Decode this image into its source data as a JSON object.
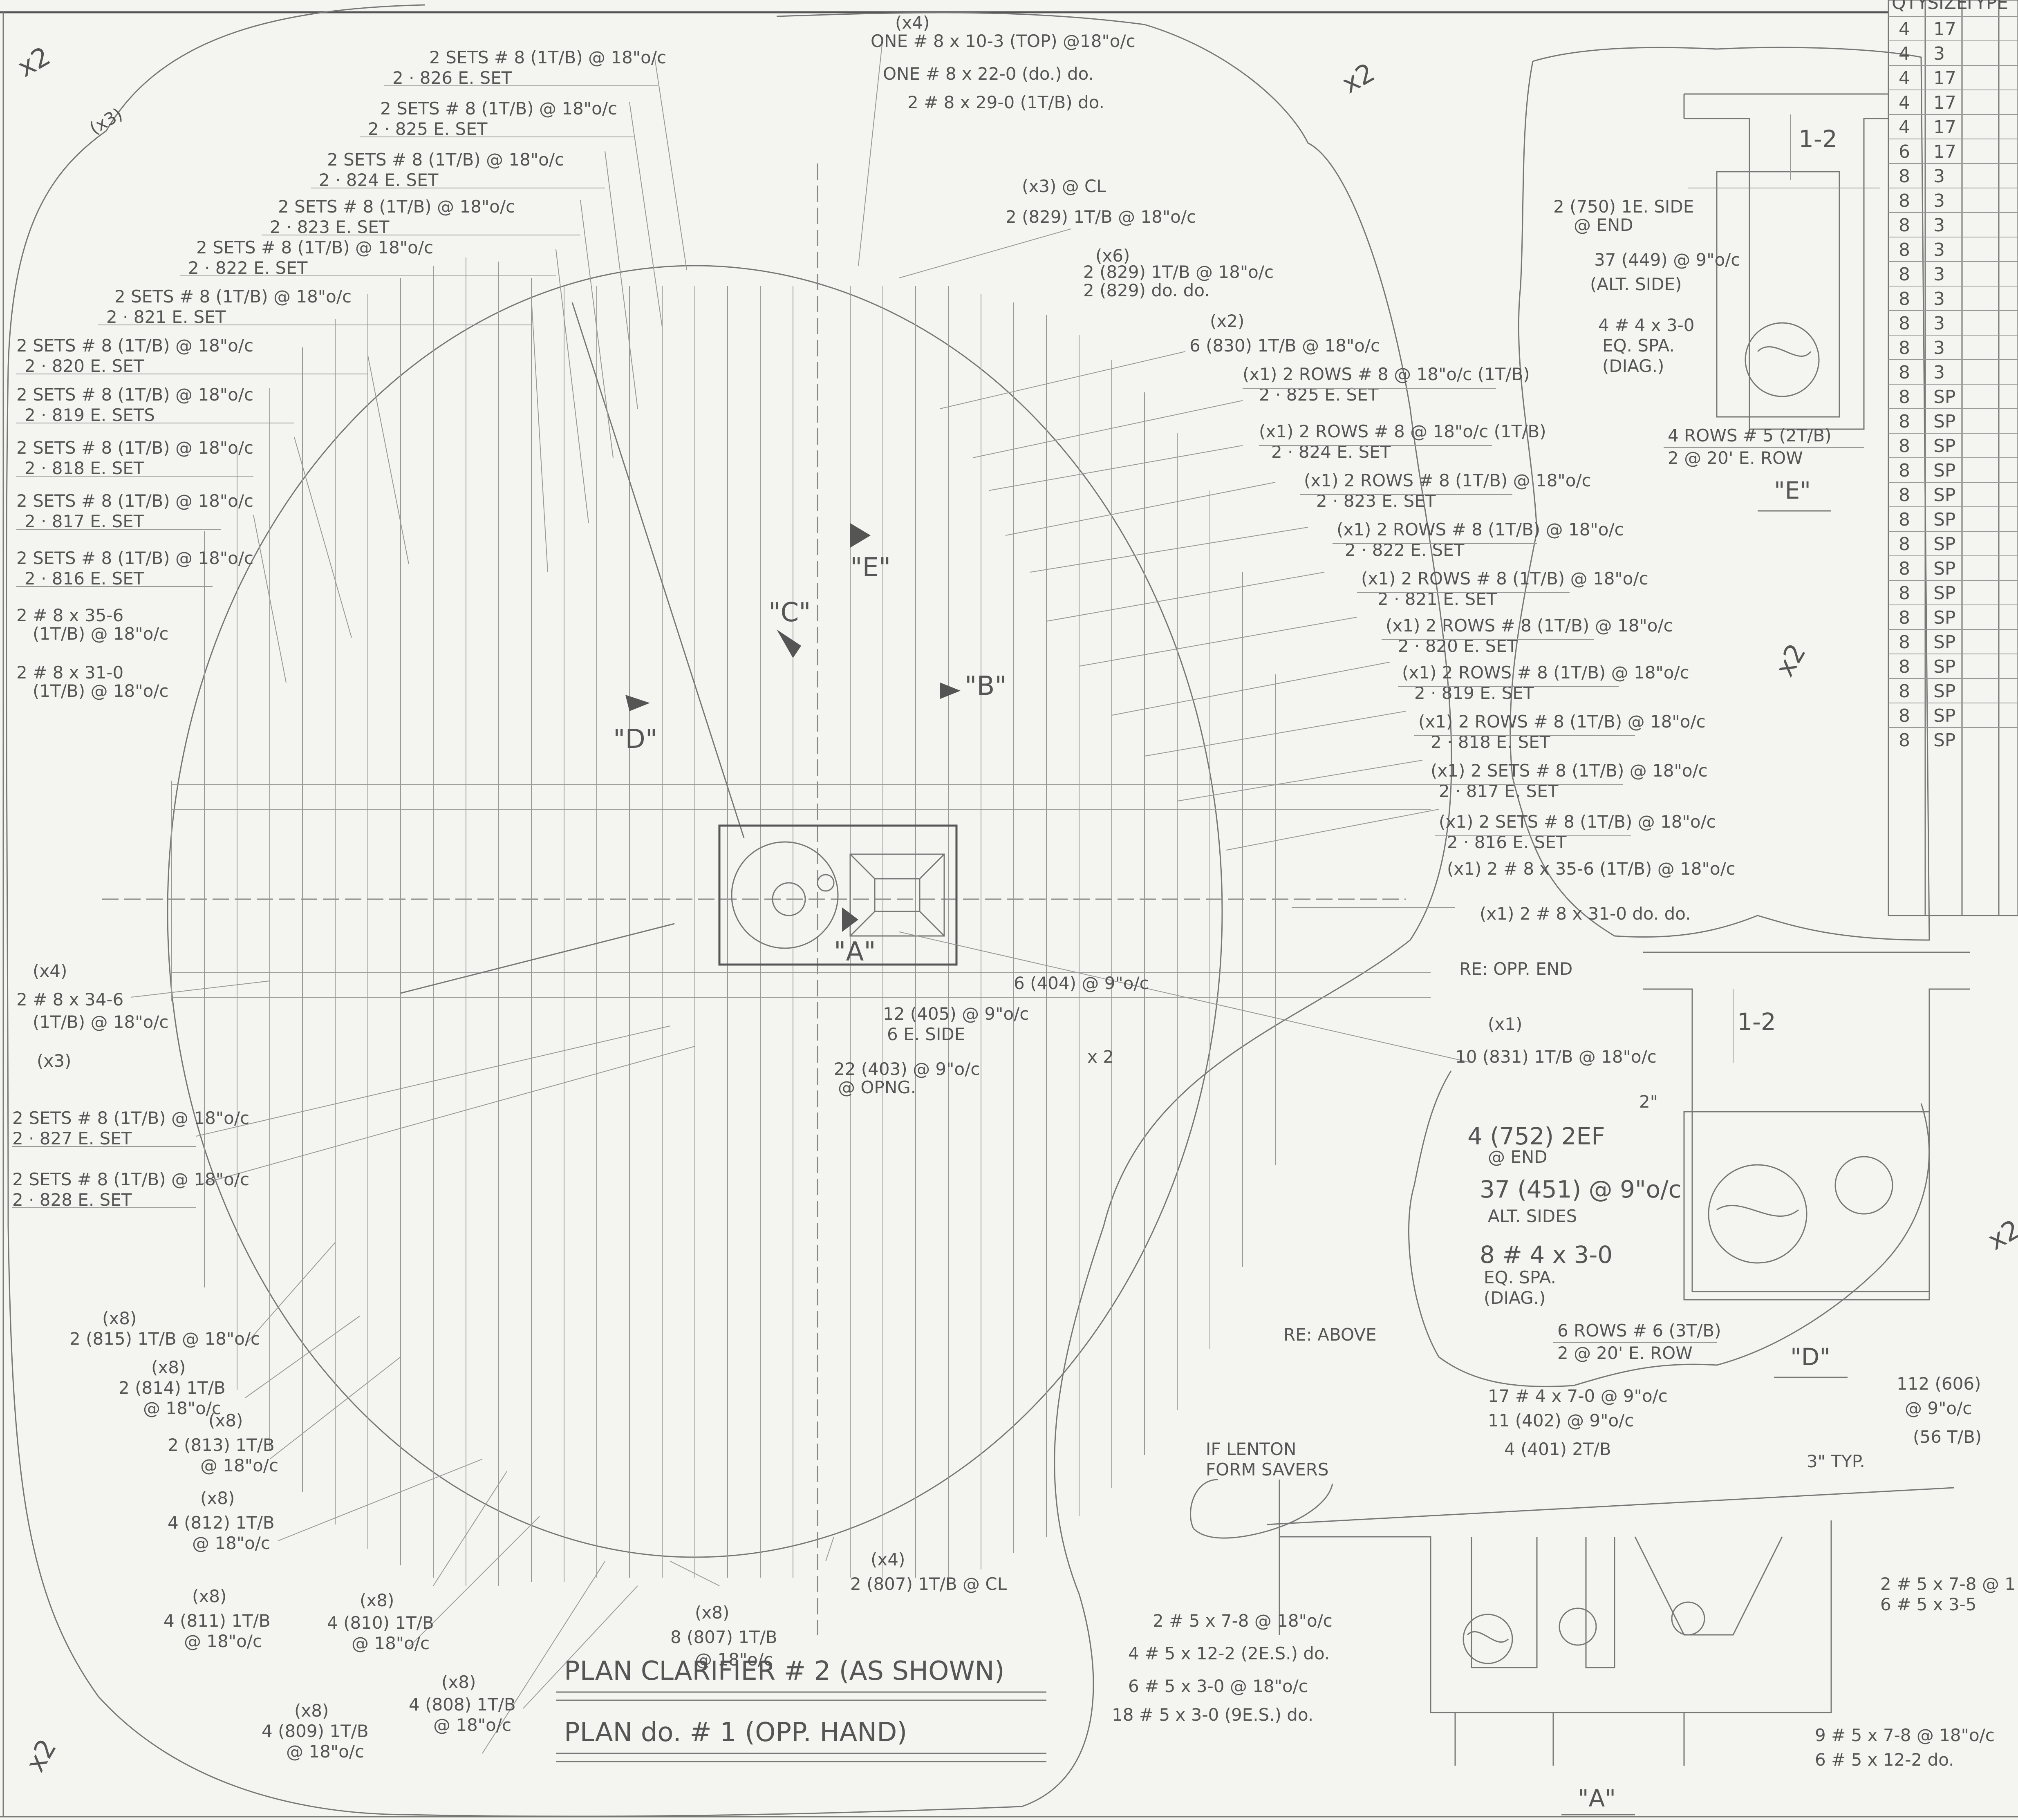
{
  "plan": {
    "title_line1": "PLAN CLARIFIER # 2  (AS SHOWN)",
    "title_line2": "PLAN   do.   # 1   (OPP. HAND)",
    "cuts": [
      "\"A\"",
      "\"B\"",
      "\"C\"",
      "\"D\"",
      "\"E\""
    ],
    "re_opp_end": "RE: OPP. END",
    "re_above": "RE: ABOVE",
    "x2_small": "x 2",
    "marks": {
      "x2": "x2",
      "x3": "(x3)",
      "x4": "(x4)"
    }
  },
  "top_callout": {
    "qty": "(x4)",
    "line1": "ONE # 8 x 10-3 (TOP) @18\"o/c",
    "line2": "ONE # 8 x 22-0 (do.) do.",
    "line3": "2 # 8 x 29-0 (1T/B) do."
  },
  "left_callouts": [
    {
      "l1": "2 SETS # 8 (1T/B) @ 18\"o/c",
      "l2": "2 · 826 E. SET"
    },
    {
      "l1": "2 SETS # 8 (1T/B) @ 18\"o/c",
      "l2": "2 · 825 E. SET"
    },
    {
      "l1": "2 SETS # 8 (1T/B) @ 18\"o/c",
      "l2": "2 · 824 E. SET"
    },
    {
      "l1": "2 SETS # 8 (1T/B) @ 18\"o/c",
      "l2": "2 · 823 E. SET"
    },
    {
      "l1": "2 SETS # 8 (1T/B) @ 18\"o/c",
      "l2": "2 · 822 E. SET"
    },
    {
      "l1": "2 SETS # 8 (1T/B) @ 18\"o/c",
      "l2": "2 · 821 E. SET"
    },
    {
      "l1": "2 SETS # 8 (1T/B) @ 18\"o/c",
      "l2": "2 · 820 E. SET"
    },
    {
      "l1": "2 SETS # 8 (1T/B) @ 18\"o/c",
      "l2": "2 · 819 E. SETS"
    },
    {
      "l1": "2 SETS # 8 (1T/B) @ 18\"o/c",
      "l2": "2 · 818 E. SET"
    },
    {
      "l1": "2 SETS # 8 (1T/B) @ 18\"o/c",
      "l2": "2 · 817 E. SET"
    },
    {
      "l1": "2 SETS # 8 (1T/B) @ 18\"o/c",
      "l2": "2 · 816 E. SET"
    }
  ],
  "left_misc": {
    "a1": "2 # 8 x 35-6",
    "a2": "(1T/B) @ 18\"o/c",
    "b1": "2 # 8 x 31-0",
    "b2": "(1T/B) @ 18\"o/c",
    "c0": "(x4)",
    "c1": "2 # 8 x 34-6",
    "c2": "(1T/B) @ 18\"o/c",
    "d0": "(x3)",
    "e1": "2 SETS # 8 (1T/B) @ 18\"o/c",
    "e2": "2 · 827 E. SET",
    "f1": "2 SETS # 8 (1T/B) @ 18\"o/c",
    "f2": "2 · 828 E. SET"
  },
  "right_top": {
    "a0": "(x3) @ CL",
    "a1": "2 (829) 1T/B @ 18\"o/c",
    "b0": "(x6)",
    "b1": "2 (829) 1T/B @ 18\"o/c",
    "b2": "2 (829) do. do.",
    "c0": "(x2)",
    "c1": "6 (830) 1T/B @ 18\"o/c"
  },
  "right_callouts": [
    {
      "l1": "(x1) 2 ROWS # 8 @ 18\"o/c (1T/B)",
      "l2": "2 · 825 E. SET"
    },
    {
      "l1": "(x1) 2 ROWS # 8 @ 18\"o/c (1T/B)",
      "l2": "2 · 824 E. SET"
    },
    {
      "l1": "(x1) 2 ROWS # 8 (1T/B) @ 18\"o/c",
      "l2": "2 · 823 E. SET"
    },
    {
      "l1": "(x1) 2 ROWS # 8 (1T/B) @ 18\"o/c",
      "l2": "2 · 822 E. SET"
    },
    {
      "l1": "(x1) 2 ROWS # 8 (1T/B) @ 18\"o/c",
      "l2": "2 · 821 E. SET"
    },
    {
      "l1": "(x1) 2 ROWS # 8 (1T/B) @ 18\"o/c",
      "l2": "2 · 820 E. SET"
    },
    {
      "l1": "(x1) 2 ROWS # 8 (1T/B) @ 18\"o/c",
      "l2": "2 · 819 E. SET"
    },
    {
      "l1": "(x1) 2 ROWS # 8 (1T/B) @ 18\"o/c",
      "l2": "2 · 818 E. SET"
    },
    {
      "l1": "(x1) 2 SETS # 8 (1T/B) @ 18\"o/c",
      "l2": "2 · 817 E. SET"
    },
    {
      "l1": "(x1) 2 SETS # 8 (1T/B) @ 18\"o/c",
      "l2": "2 · 816 E. SET"
    }
  ],
  "right_misc": {
    "a": "(x1) 2 # 8 x 35-6 (1T/B) @ 18\"o/c",
    "b": "(x1) 2 # 8 x 31-0 do. do.",
    "c0": "(x1)",
    "c1": "10 (831) 1T/B @ 18\"o/c"
  },
  "opening": {
    "a1": "12 (405) @ 9\"o/c",
    "a2": "6 E. SIDE",
    "b1": "6 (404) @ 9\"o/c",
    "c1": "22 (403) @ 9\"o/c",
    "c2": "@ OPNG."
  },
  "bottom_callouts": {
    "a0": "(x8)",
    "a1": "2 (815) 1T/B @ 18\"o/c",
    "b0": "(x8)",
    "b1": "2 (814) 1T/B",
    "b2": "@ 18\"o/c",
    "c0": "(x8)",
    "c1": "2 (813) 1T/B",
    "c2": "@ 18\"o/c",
    "d0": "(x8)",
    "d1": "4 (812) 1T/B",
    "d2": "@ 18\"o/c",
    "e0": "(x8)",
    "e1": "4 (811) 1T/B",
    "e2": "@ 18\"o/c",
    "f0": "(x8)",
    "f1": "4 (810) 1T/B",
    "f2": "@ 18\"o/c",
    "g0": "(x8)",
    "g1": "4 (809) 1T/B",
    "g2": "@ 18\"o/c",
    "h0": "(x8)",
    "h1": "4 (808) 1T/B",
    "h2": "@ 18\"o/c",
    "i0": "(x8)",
    "i1": "8 (807) 1T/B",
    "i2": "@ 18\"o/c",
    "j0": "(x4)",
    "j1": "2 (807) 1T/B @ CL"
  },
  "section_e": {
    "title": "\"E\"",
    "dim": "1-2",
    "a1": "2 (750) 1E. SIDE",
    "a2": "@ END",
    "b1": "37 (449) @ 9\"o/c",
    "b2": "(ALT. SIDE)",
    "c1": "4 # 4 x 3-0",
    "c2": "EQ. SPA.",
    "c3": "(DIAG.)",
    "d1": "4 ROWS # 5 (2T/B)",
    "d2": "2 @ 20' E. ROW"
  },
  "section_d": {
    "title": "\"D\"",
    "dim": "1-2",
    "dim2": "2\"",
    "a1": "4 (752) 2EF",
    "a2": "@ END",
    "b1": "37 (451) @ 9\"o/c",
    "b2": "ALT. SIDES",
    "c1": "8 # 4 x 3-0",
    "c2": "EQ. SPA.",
    "c3": "(DIAG.)",
    "d1": "6 ROWS # 6 (3T/B)",
    "d2": "2 @ 20' E. ROW"
  },
  "section_a": {
    "title": "\"A\"",
    "note1": "IF LENTON",
    "note2": "FORM SAVERS",
    "typ": "3\" TYP.",
    "t1": "17 # 4 x 7-0 @ 9\"o/c",
    "t2": "11 (402) @ 9\"o/c",
    "t3": "4 (401) 2T/B",
    "r1": "112 (606)",
    "r2": "@ 9\"o/c",
    "r3": "(56 T/B)",
    "l1": "2 # 5 x 7-8 @ 18\"o/c",
    "l2": "4 # 5 x 12-2 (2E.S.) do.",
    "l3": "6 # 5 x 3-0 @ 18\"o/c",
    "l4": "18 # 5 x 3-0 (9E.S.) do.",
    "rr1": "2 # 5 x 7-8 @ 1",
    "rr2": "6 # 5 x 3-5",
    "b1": "9 # 5 x 7-8 @ 18\"o/c",
    "b2": "6 # 5 x 12-2 do."
  },
  "schedule": {
    "headers": [
      "QTY",
      "SIZE",
      "TYPE"
    ],
    "rows": [
      [
        "4",
        "17"
      ],
      [
        "4",
        "3"
      ],
      [
        "4",
        "17"
      ],
      [
        "4",
        "17"
      ],
      [
        "4",
        "17"
      ],
      [
        "6",
        "17"
      ],
      [
        "8",
        "3"
      ],
      [
        "8",
        "3"
      ],
      [
        "8",
        "3"
      ],
      [
        "8",
        "3"
      ],
      [
        "8",
        "3"
      ],
      [
        "8",
        "3"
      ],
      [
        "8",
        "3"
      ],
      [
        "8",
        "3"
      ],
      [
        "8",
        "3"
      ],
      [
        "8",
        "SP"
      ],
      [
        "8",
        "SP"
      ],
      [
        "8",
        "SP"
      ],
      [
        "8",
        "SP"
      ],
      [
        "8",
        "SP"
      ],
      [
        "8",
        "SP"
      ],
      [
        "8",
        "SP"
      ],
      [
        "8",
        "SP"
      ],
      [
        "8",
        "SP"
      ],
      [
        "8",
        "SP"
      ],
      [
        "8",
        "SP"
      ],
      [
        "8",
        "SP"
      ],
      [
        "8",
        "SP"
      ],
      [
        "8",
        "SP"
      ],
      [
        "8",
        "SP"
      ]
    ]
  }
}
